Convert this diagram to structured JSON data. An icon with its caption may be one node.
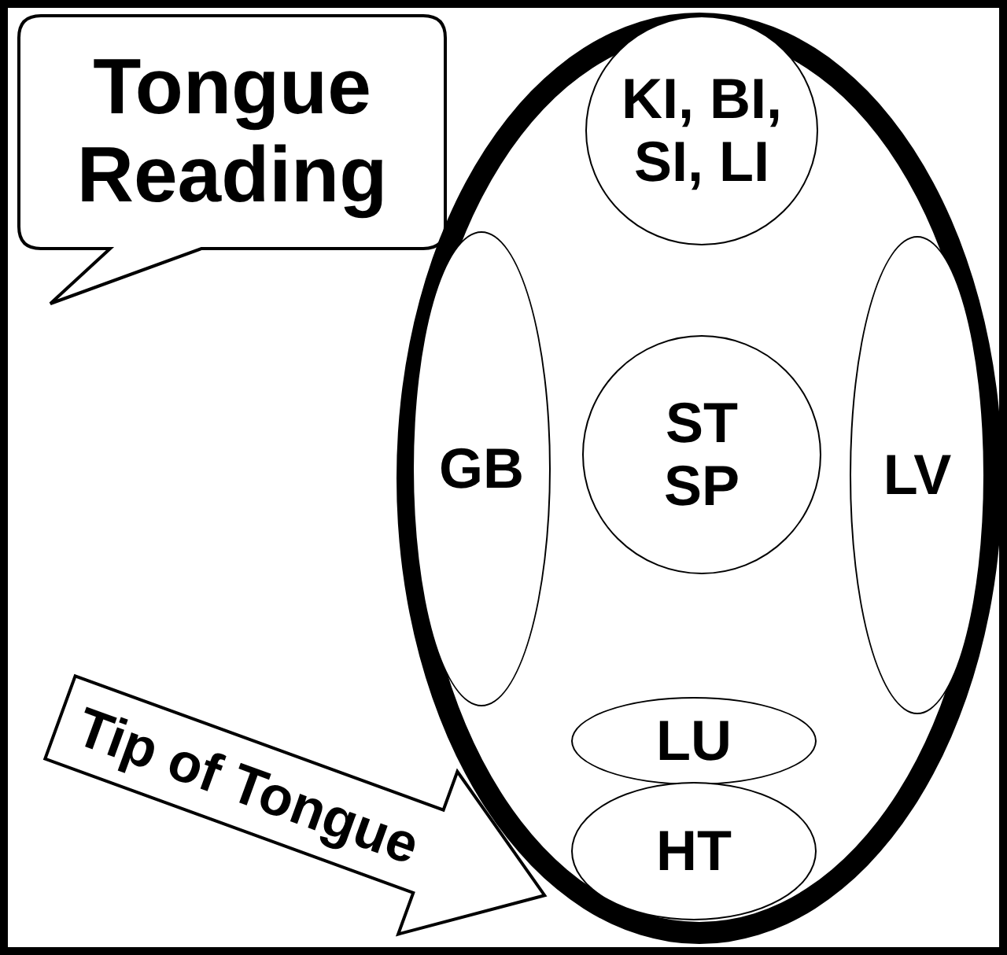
{
  "diagram": {
    "nodes": [
      {
        "text": [
          "Tongue Reading"
        ]
      },
      {
        "text": [],
        "shape": "circle"
      },
      {
        "text": [
          "KI, BI, SI, LI"
        ],
        "in": 1
      },
      {
        "text": [
          "GB"
        ],
        "in": 1
      },
      {
        "text": [
          "ST SP"
        ],
        "in": 1
      },
      {
        "text": [
          "LV"
        ],
        "in": 1
      },
      {
        "text": [
          "LU"
        ],
        "in": 1
      },
      {
        "text": [
          "HT"
        ],
        "in": 1
      },
      {
        "text": [
          "Tip of Tongue"
        ]
      }
    ]
  }
}
